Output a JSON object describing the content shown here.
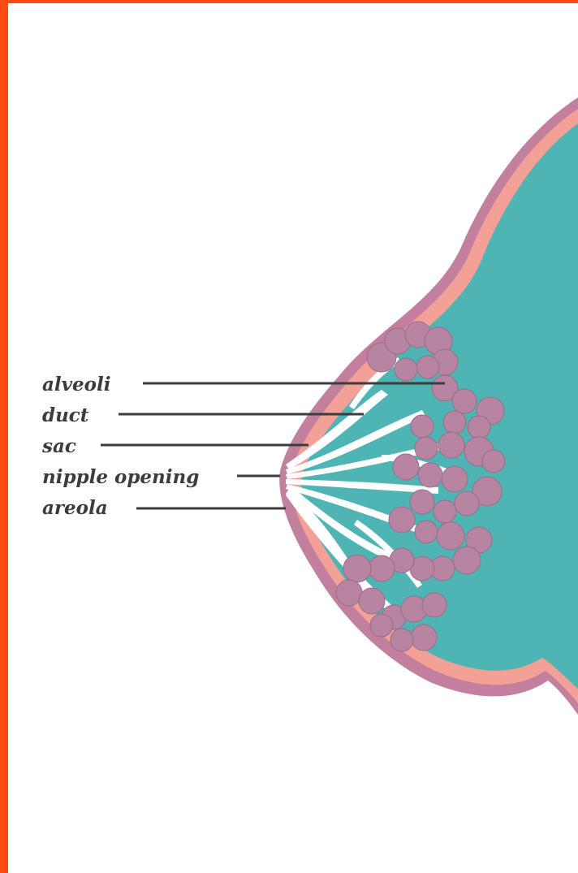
{
  "diagram": {
    "labels": {
      "alveoli": "alveoli",
      "duct": "duct",
      "sac": "sac",
      "nipple_opening": "nipple opening",
      "areola": "areola"
    }
  },
  "colors": {
    "border": "#ff4a12",
    "tissue": "#4fb5b4",
    "skin_outer": "#c37f9e",
    "skin_inner": "#f3a096",
    "lobule": "#b785a1",
    "duct": "#ffffff",
    "leader_line": "#3c3c3c"
  }
}
